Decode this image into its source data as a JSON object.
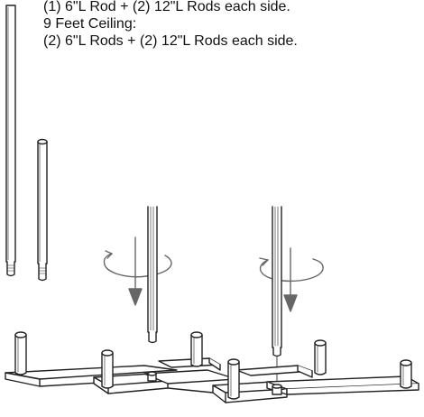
{
  "instructions": {
    "lines": [
      "(1) 6\"L Rod + (2) 12\"L Rods each side.",
      "9 Feet Ceiling:",
      "(2) 6\"L Rods + (2) 12\"L Rods each side."
    ]
  },
  "colors": {
    "stroke": "#222222",
    "fill": "#ffffff",
    "arrow": "#666666"
  },
  "icons": {
    "rotate_left": "clockwise-rotate-arrow-icon",
    "rotate_right": "clockwise-rotate-arrow-icon",
    "down_arrow": "down-arrow-icon"
  }
}
